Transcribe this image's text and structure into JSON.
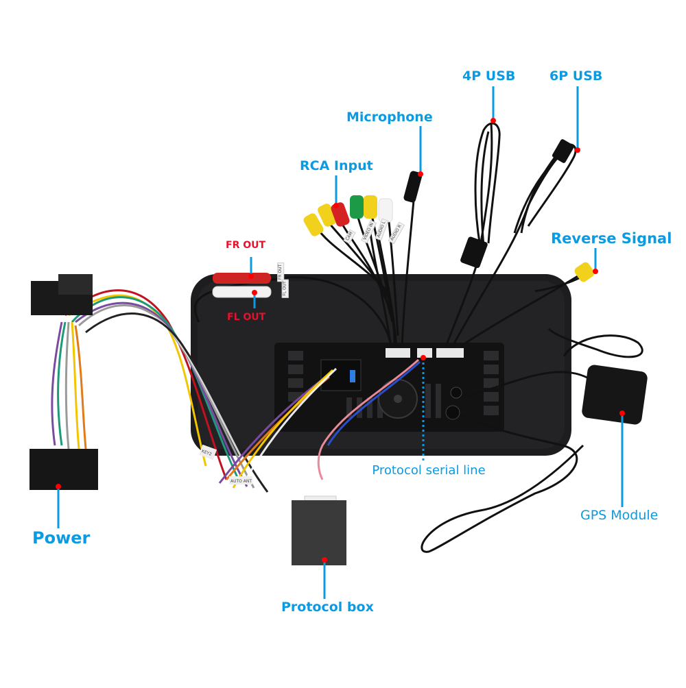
{
  "diagram": {
    "title": "Head unit wiring connections",
    "colors": {
      "label_blue": "#0a9be2",
      "label_red": "#e8112d",
      "marker_red": "#ff0000",
      "unit_body": "#1d1d1f"
    },
    "callouts": {
      "usb4p": "4P USB",
      "usb6p": "6P USB",
      "microphone": "Microphone",
      "rca_input": "RCA Input",
      "reverse_signal": "Reverse Signal",
      "fr_out": "FR OUT",
      "fl_out": "FL OUT",
      "protocol_serial_line": "Protocol serial line",
      "gps_module": "GPS Module",
      "power": "Power",
      "protocol_box": "Protocol box"
    },
    "wire_tags": [
      "KEY2",
      "AUTO ANT",
      "FR OUT",
      "FL OUT",
      "CAM",
      "VIDEO IN",
      "AUDIO L",
      "AUDIO R"
    ]
  }
}
